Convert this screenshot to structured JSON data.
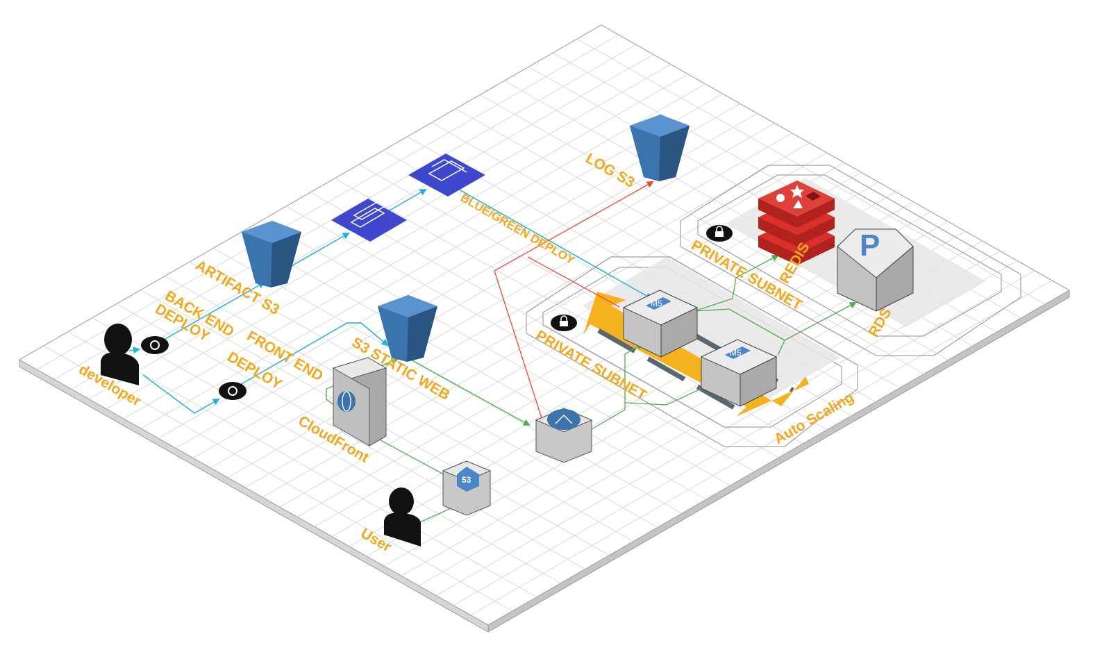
{
  "diagram": {
    "labels": {
      "developer": "developer",
      "back_end_deploy_1": "BACK END",
      "back_end_deploy_2": "DEPLOY",
      "front_end_deploy_1": "FRONT END",
      "front_end_deploy_2": "DEPLOY",
      "artifact_s3": "ARTIFACT S3",
      "blue_green_deploy": "BLUE/GREEN DEPLOY",
      "log_s3": "LOG S3",
      "s3_static_web": "S3 STATIC WEB",
      "cloudfront": "CloudFront",
      "user": "User",
      "private_subnet_app": "PRIVATE SUBNET",
      "private_subnet_data": "PRIVATE SUBNET",
      "redis": "REDIS",
      "rds": "RDS",
      "auto_scaling": "Auto Scaling"
    },
    "badges": {
      "instance_1": "M5",
      "instance_2": "M5",
      "route53": "53",
      "rds_icon": "P"
    },
    "colors": {
      "accent_label": "#f2a81d",
      "flow_cyan": "#1fb3d6",
      "flow_green": "#4caf50",
      "flow_red": "#f0472b",
      "s3_blue": "#3b73ad",
      "code_service": "#3f48cc",
      "redis_red": "#d8302a",
      "grid_line": "#d9d9d9"
    }
  }
}
